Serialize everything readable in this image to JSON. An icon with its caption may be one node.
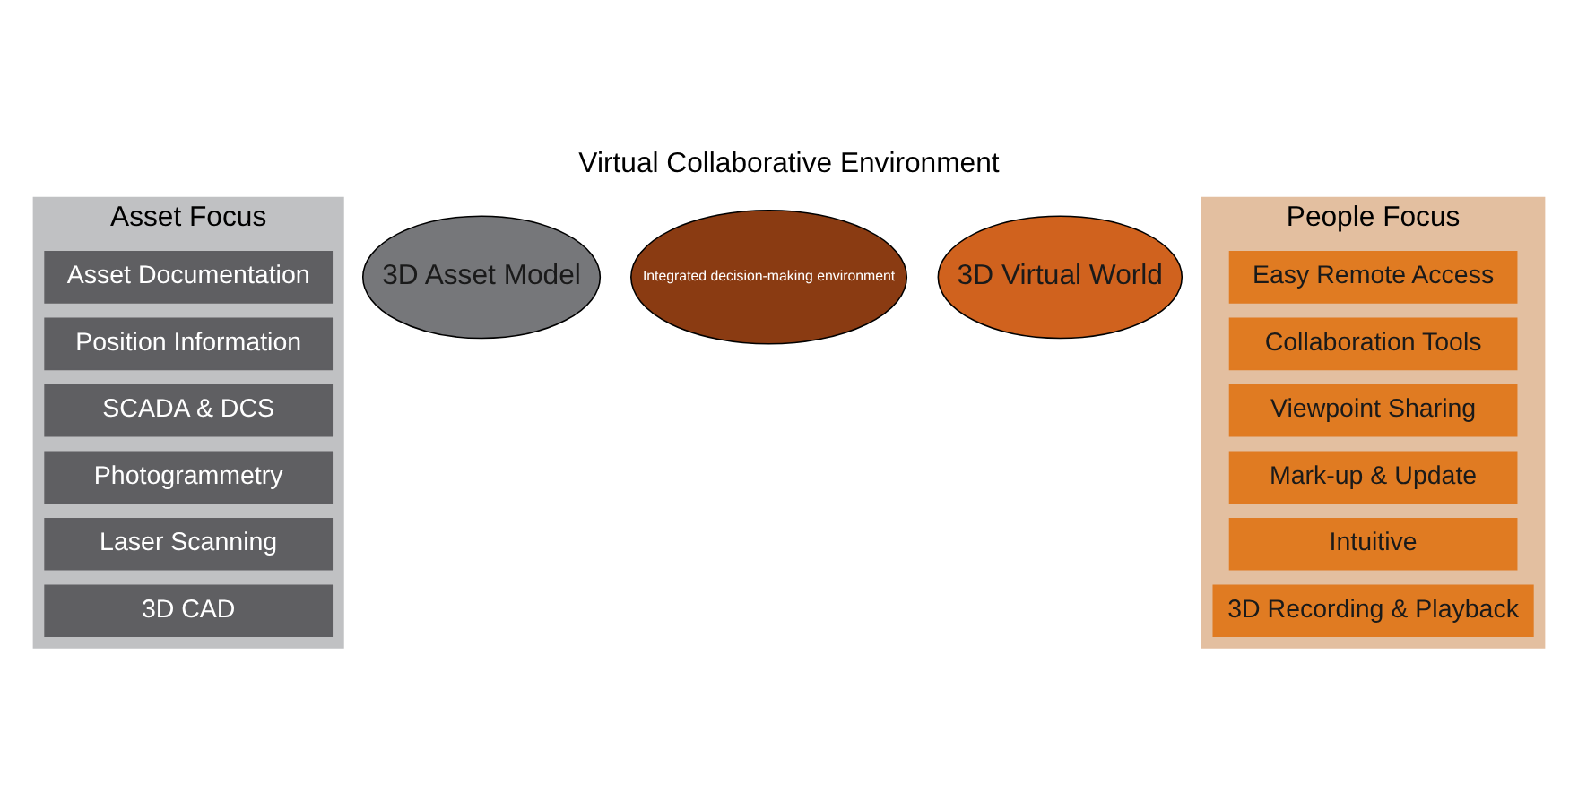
{
  "diagram": {
    "title": "Virtual Collaborative Environment",
    "nodes": [
      {
        "text": [
          "Asset Focus"
        ]
      },
      {
        "text": [
          "Asset Documentation"
        ],
        "in": 0
      },
      {
        "text": [
          "Position Information"
        ],
        "in": 0
      },
      {
        "text": [
          "SCADA & DCS"
        ],
        "in": 0
      },
      {
        "text": [
          "Photogrammetry"
        ],
        "in": 0
      },
      {
        "text": [
          "Laser Scanning"
        ],
        "in": 0
      },
      {
        "text": [
          "3D CAD"
        ],
        "in": 0
      },
      {
        "text": [
          "3D Asset Model"
        ]
      },
      {
        "text": [
          "Integrated decision-making environment"
        ]
      },
      {
        "text": [
          "3D Virtual World"
        ]
      },
      {
        "text": [
          "People Focus"
        ]
      },
      {
        "text": [
          "Easy Remote Access"
        ],
        "in": 10
      },
      {
        "text": [
          "Collaboration Tools"
        ],
        "in": 10
      },
      {
        "text": [
          "Viewpoint Sharing"
        ],
        "in": 10
      },
      {
        "text": [
          "Mark-up & Update"
        ],
        "in": 10
      },
      {
        "text": [
          "Intuitive"
        ],
        "in": 10
      },
      {
        "text": [
          "3D Recording & Playback"
        ],
        "in": 10
      }
    ],
    "edges": []
  }
}
